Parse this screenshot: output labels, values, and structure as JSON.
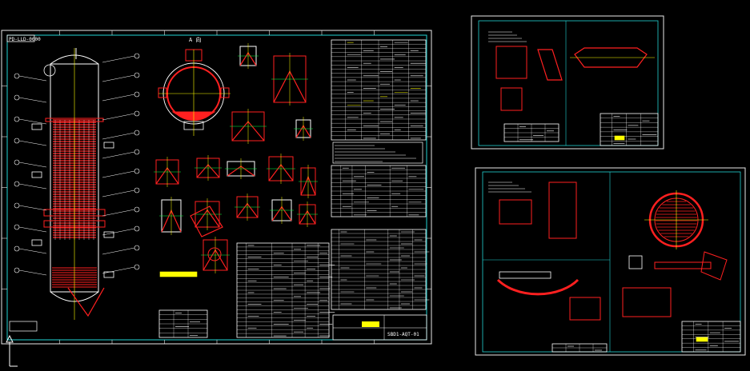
{
  "canvas": {
    "background": "#000000",
    "colors": {
      "frame": "#e8e8e8",
      "inner": "#22d3d3",
      "red": "#ff2020",
      "white": "#ffffff",
      "yellow": "#ffff00",
      "green": "#00ff40",
      "magenta": "#ff40ff",
      "cyan": "#33e6e6",
      "blue": "#3060ff"
    }
  },
  "sheets": {
    "main": {
      "name": "main-drawing-sheet",
      "title_tag": "PD-LLD-0000",
      "view_label": "A 向",
      "drawing_number": "SBD1-AQT-01"
    },
    "top_right": {
      "name": "detail-sheet-2"
    },
    "bottom_right": {
      "name": "detail-sheet-3"
    }
  },
  "icons": {
    "ucs": "ucs-axis-icon"
  }
}
